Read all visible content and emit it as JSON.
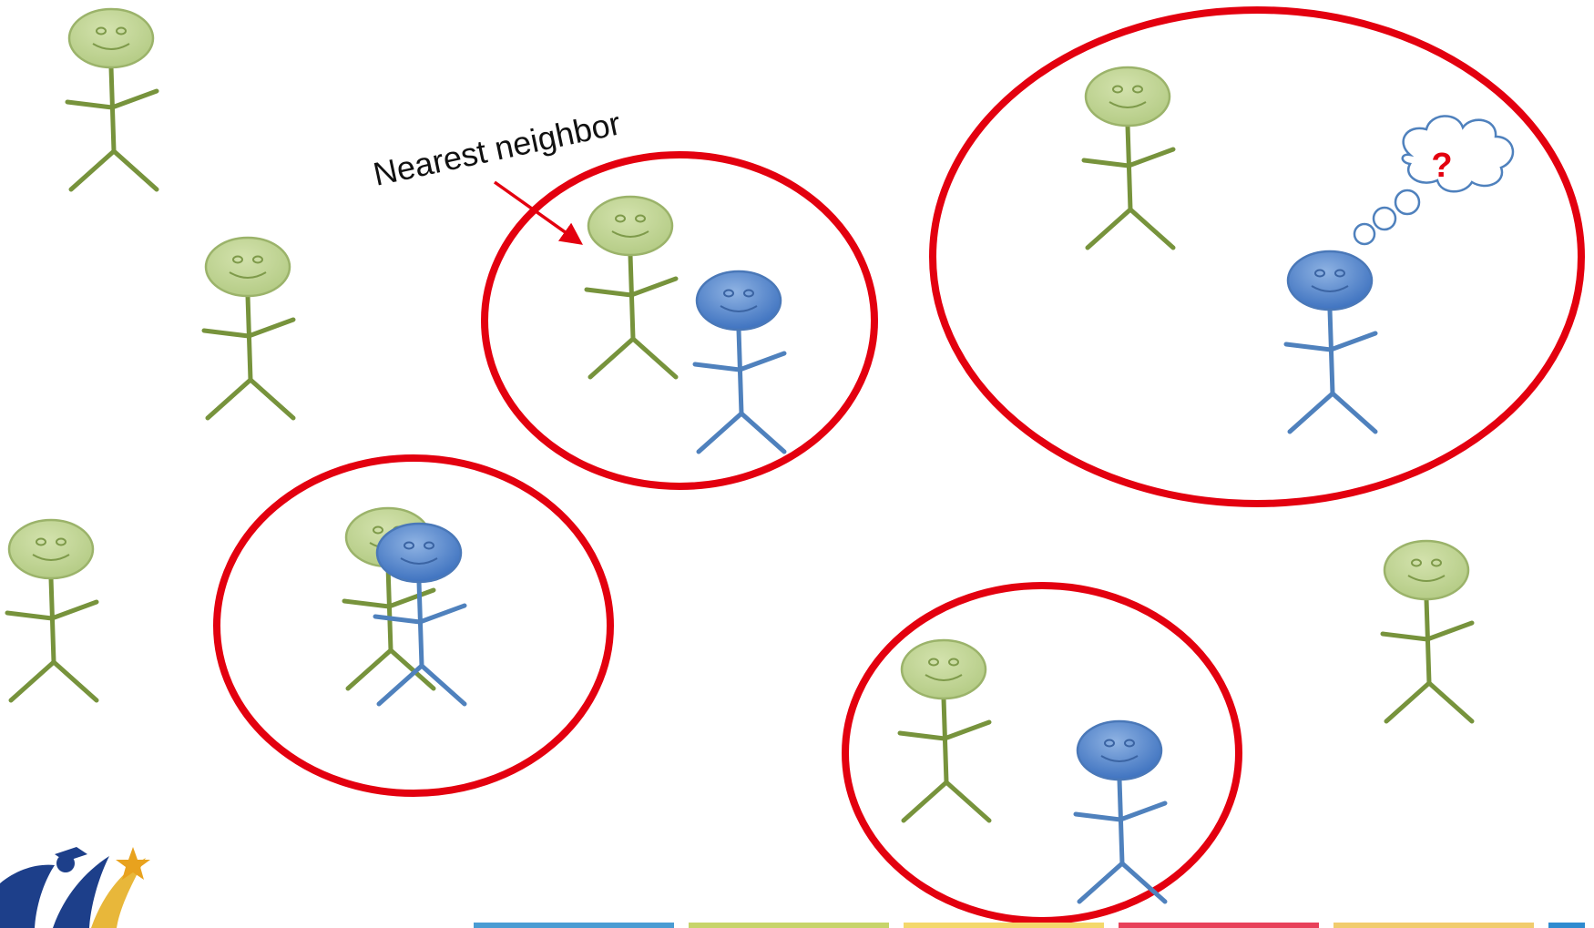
{
  "annotation": {
    "label": "Nearest neighbor"
  },
  "thought_bubble": {
    "symbol": "?"
  },
  "colors": {
    "green_head": "#c3d69b",
    "green_stroke": "#77933c",
    "green_body": "#77933c",
    "blue_head_light": "#95b3d7",
    "blue_head": "#4f81bd",
    "blue_body": "#4f81bd",
    "circle": "#e3000f",
    "arrow": "#e3000f",
    "question": "#e3000f"
  },
  "figures": [
    {
      "color": "green"
    },
    {
      "color": "green"
    },
    {
      "color": "green"
    },
    {
      "color": "green"
    },
    {
      "color": "green"
    },
    {
      "color": "blue"
    },
    {
      "color": "green"
    },
    {
      "color": "blue"
    },
    {
      "color": "green"
    },
    {
      "color": "blue"
    },
    {
      "color": "green"
    },
    {
      "color": "blue"
    },
    {
      "color": "green"
    }
  ],
  "footer": {
    "logo_icon": "graduate-star-logo-icon",
    "color_bar": [
      "#4a9cd3",
      "#c7d46a",
      "#f4d86b",
      "#e8415a",
      "#f1cc6d",
      "#2f8bd0"
    ]
  }
}
